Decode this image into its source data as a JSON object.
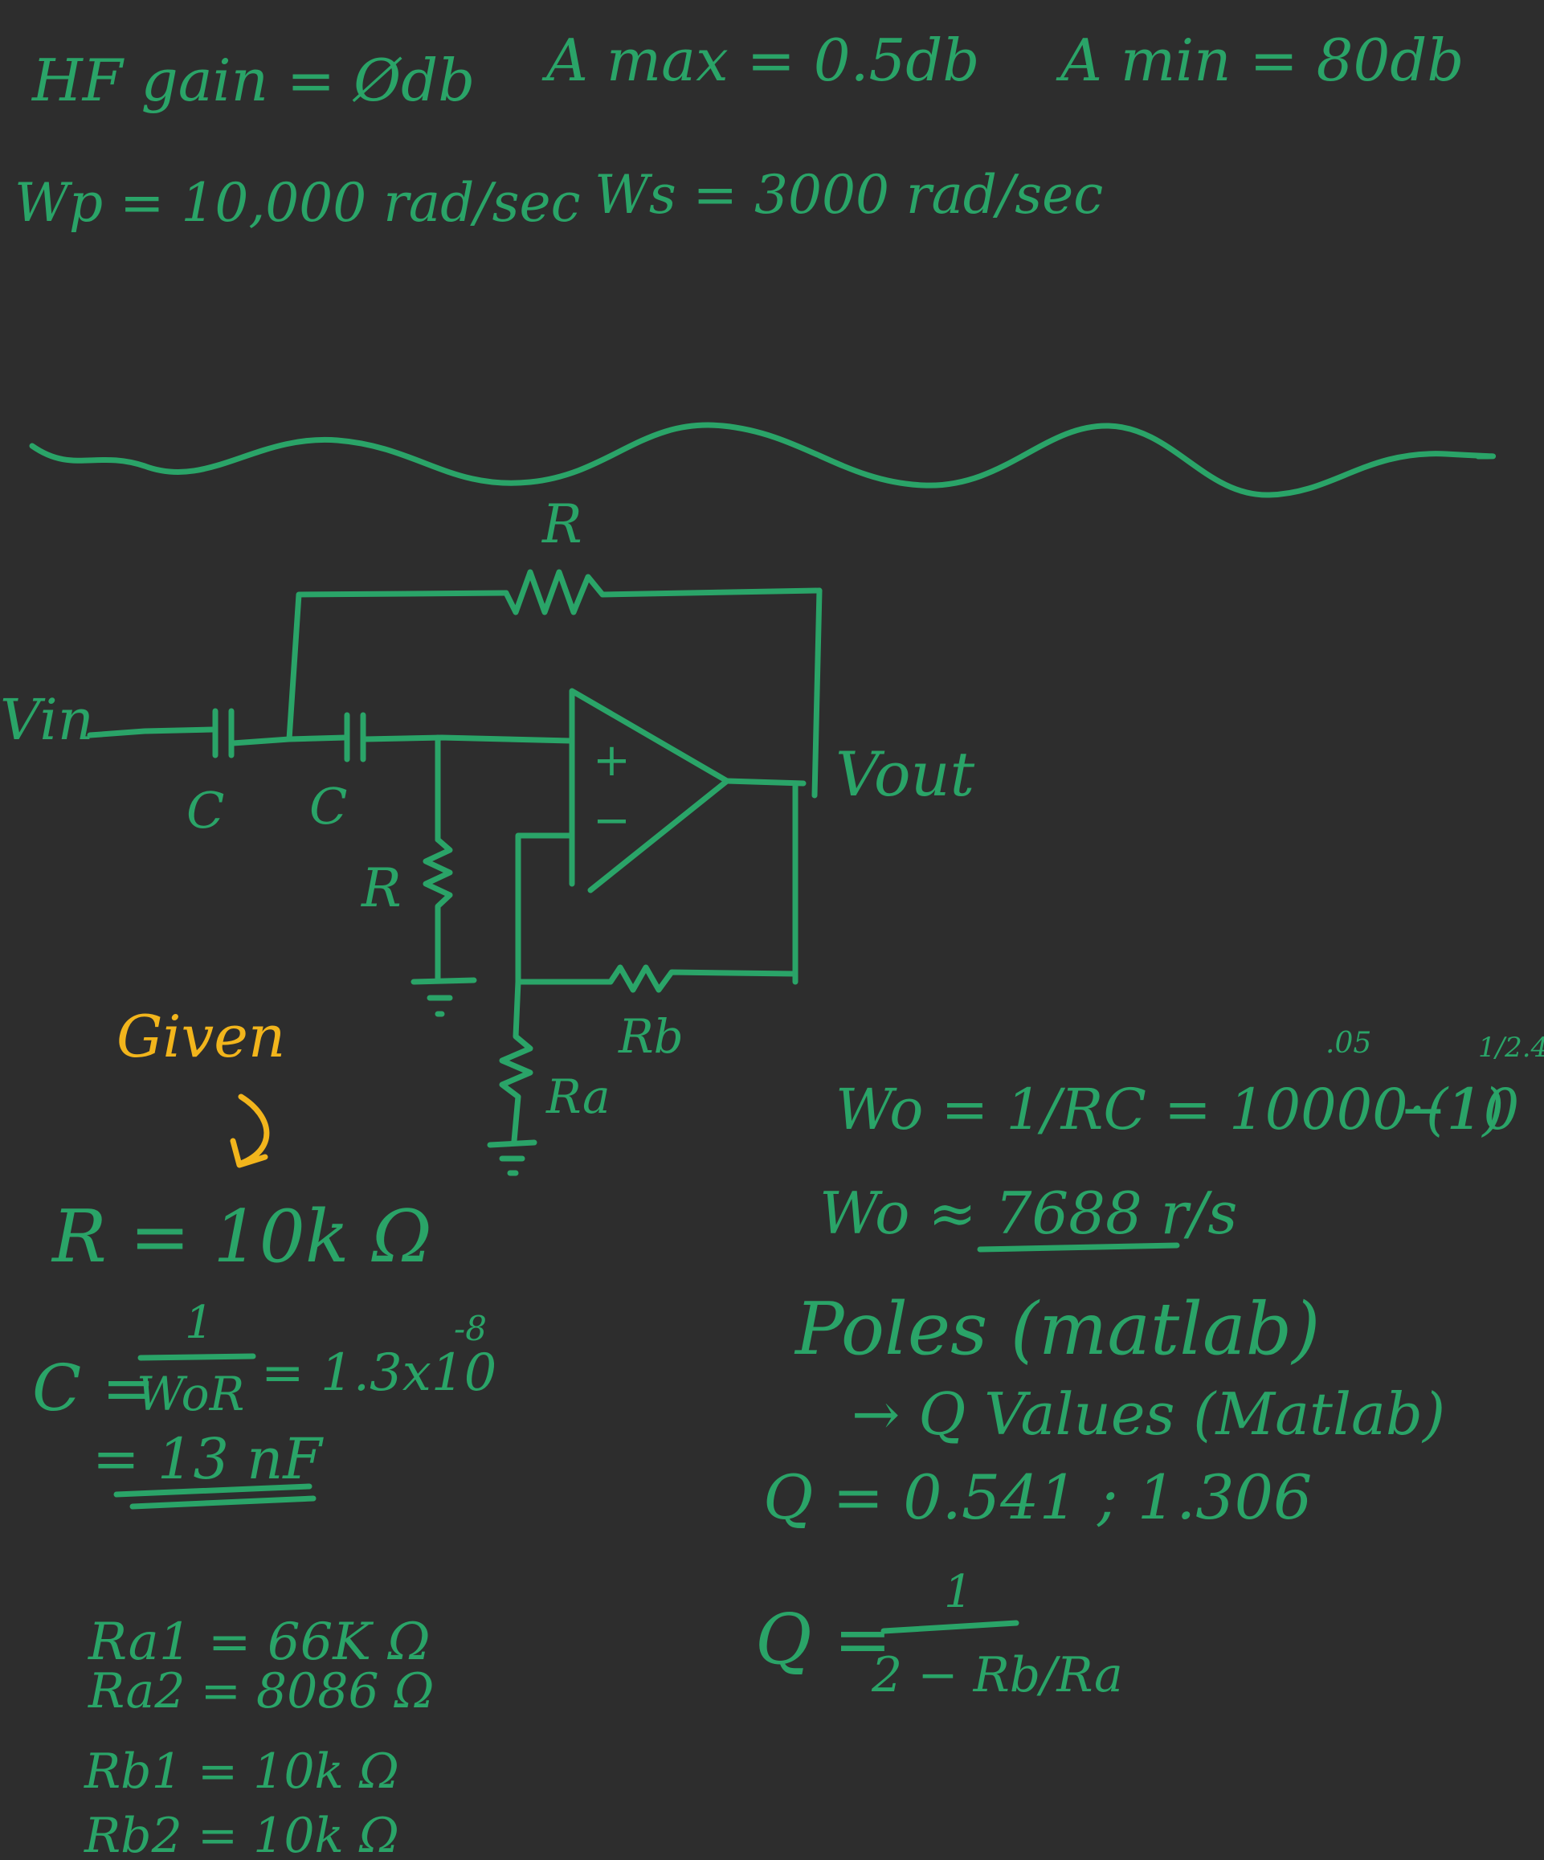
{
  "colors": {
    "background": "#2d2d2d",
    "ink": "#2aa468",
    "highlight": "#f2b51c"
  },
  "specs": {
    "hf_gain": "HF gain = Ødb",
    "a_max": "A max = 0.5db",
    "a_min": "A min = 80db",
    "wp": "Wp = 10,000 rad/sec",
    "ws": "Ws = 3000 rad/sec"
  },
  "circuit": {
    "vin": "Vin",
    "vout": "Vout",
    "c1": "C",
    "c2": "C",
    "r_top": "R",
    "r_shunt": "R",
    "rb": "Rb",
    "ra": "Ra",
    "plus": "+",
    "minus": "−"
  },
  "given": {
    "label": "Given",
    "r": "R = 10k Ω",
    "c_prefix": "C =",
    "c_num": "1",
    "c_den": "WoR",
    "c_value": "= 1.3x10",
    "c_exp": "-8",
    "c_nf": "= 13 nF"
  },
  "resistors": {
    "ra1": "Ra1 = 66K Ω",
    "ra2": "Ra2 = 8086 Ω",
    "rb1": "Rb1 = 10k Ω",
    "rb2": "Rb2 = 10k Ω"
  },
  "calc": {
    "wo_eq_left": "Wo = 1/RC = 10000·(10",
    "wo_eq_exp": ".05",
    "wo_eq_mid": "−1)",
    "wo_eq_power": "1/2.4",
    "wo_value": "Wo ≈ 7688 r/s",
    "poles": "Poles (matlab)",
    "q_values": "→ Q Values (Matlab)",
    "q_result": "Q = 0.541 ; 1.306",
    "q_prefix": "Q =",
    "q_num": "1",
    "q_den": "2 − Rb/Ra"
  }
}
